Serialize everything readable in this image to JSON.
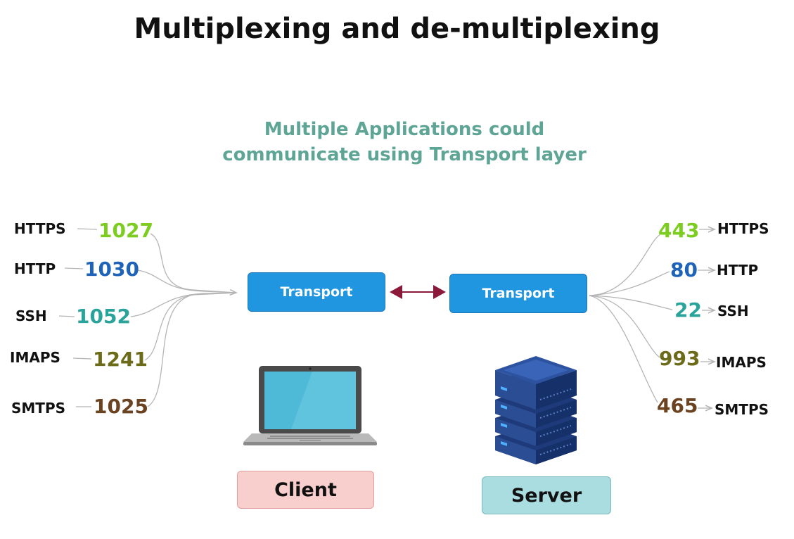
{
  "title": "Multiplexing and de-multiplexing",
  "subtitle": {
    "line1": "Multiple Applications could",
    "line2": "communicate using Transport layer"
  },
  "client_side": {
    "transport_label": "Transport",
    "device_label": "Client",
    "device_icon": "laptop-icon",
    "apps": [
      {
        "protocol": "HTTPS",
        "port": "1027",
        "color": "#7ccd1f"
      },
      {
        "protocol": "HTTP",
        "port": "1030",
        "color": "#1f63b8"
      },
      {
        "protocol": "SSH",
        "port": "1052",
        "color": "#2aa39b"
      },
      {
        "protocol": "IMAPS",
        "port": "1241",
        "color": "#6b6b1a"
      },
      {
        "protocol": "SMTPS",
        "port": "1025",
        "color": "#6b4320"
      }
    ]
  },
  "server_side": {
    "transport_label": "Transport",
    "device_label": "Server",
    "device_icon": "server-stack-icon",
    "apps": [
      {
        "protocol": "HTTPS",
        "port": "443",
        "color": "#7ccd1f"
      },
      {
        "protocol": "HTTP",
        "port": "80",
        "color": "#1f63b8"
      },
      {
        "protocol": "SSH",
        "port": "22",
        "color": "#2aa39b"
      },
      {
        "protocol": "IMAPS",
        "port": "993",
        "color": "#6b6b1a"
      },
      {
        "protocol": "SMTPS",
        "port": "465",
        "color": "#6b4320"
      }
    ]
  },
  "colors": {
    "transport_fill": "#2196e0",
    "link_arrow": "#8b1a3a",
    "client_box_fill": "#f8cfcc",
    "client_box_border": "#e0a0a0",
    "server_box_fill": "#a9dde0",
    "server_box_border": "#7bbcc0",
    "connector": "#b5b5b5"
  }
}
